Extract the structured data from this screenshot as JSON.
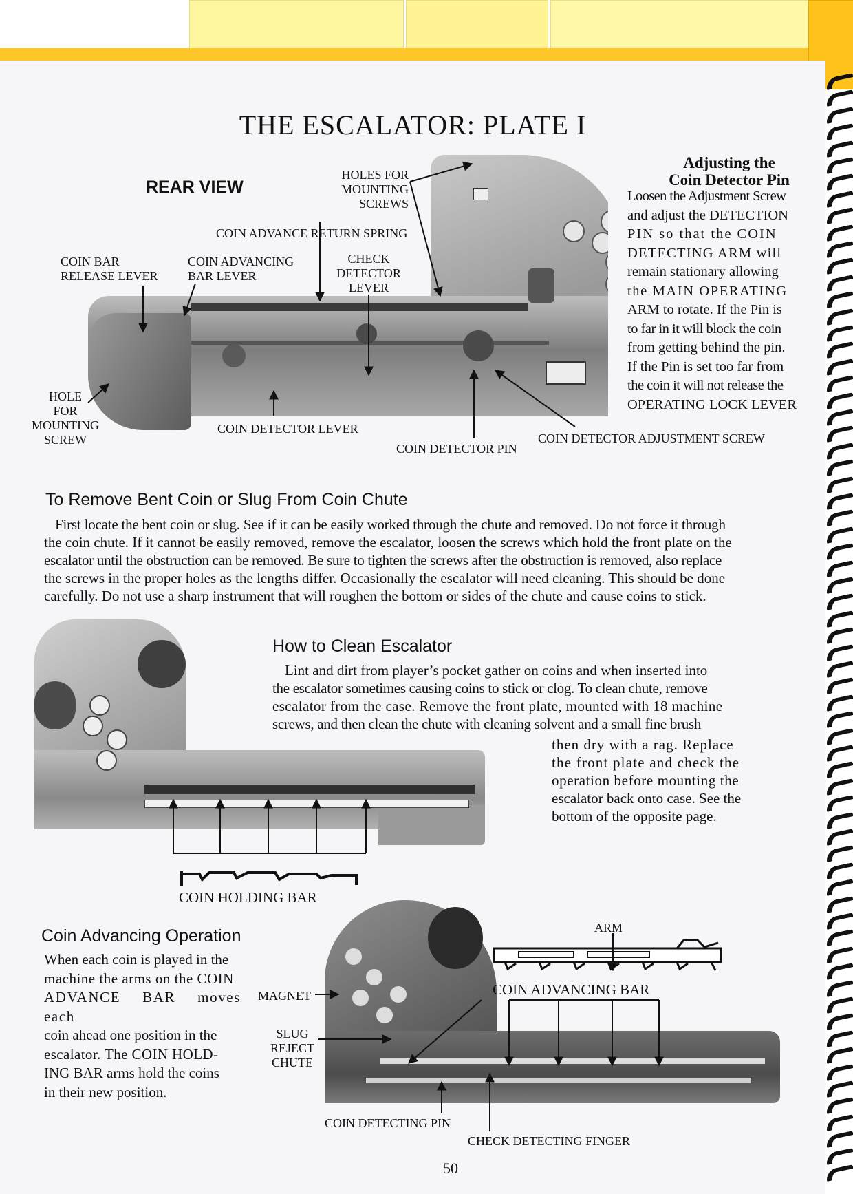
{
  "page_title": "THE ESCALATOR: PLATE I",
  "rear_view_label": "REAR VIEW",
  "side_note": {
    "heading_line1": "Adjusting the",
    "heading_line2": "Coin Detector Pin",
    "lines": [
      "Loosen the Adjustment Screw",
      "and adjust the DETECTION",
      "PIN so that the COIN",
      "DETECTING ARM will",
      "remain stationary allowing",
      "the MAIN OPERATING",
      "ARM to rotate. If the Pin is",
      "to far in it will block the coin",
      "from getting behind the pin.",
      "If the Pin is set too far from",
      "the coin it will not release the",
      "OPERATING LOCK LEVER"
    ]
  },
  "diagram1_labels": {
    "holes_for_mounting_screws": [
      "HOLES FOR",
      "MOUNTING",
      "SCREWS"
    ],
    "coin_advance_return_spring": "COIN ADVANCE RETURN SPRING",
    "coin_bar_release_lever": [
      "COIN BAR",
      "RELEASE LEVER"
    ],
    "coin_advancing_bar_lever": [
      "COIN ADVANCING",
      "BAR LEVER"
    ],
    "check_detector_lever": [
      "CHECK",
      "DETECTOR",
      "LEVER"
    ],
    "hole_for_mounting_screw": [
      "HOLE",
      "FOR",
      "MOUNTING",
      "SCREW"
    ],
    "coin_detector_lever": "COIN DETECTOR LEVER",
    "coin_detector_pin": "COIN DETECTOR PIN",
    "coin_detector_adjustment_screw": "COIN DETECTOR ADJUSTMENT SCREW"
  },
  "section_bent_coin": {
    "heading": "To Remove Bent Coin or Slug From Coin Chute",
    "lines": [
      "First locate the bent coin or slug. See if it can be easily worked through the chute and removed. Do not force it through",
      "the coin chute. If it cannot be easily removed, remove the escalator, loosen the screws which hold the front plate on the",
      "escalator until the obstruction can be removed. Be sure to tighten the screws after the obstruction is removed, also replace",
      "the screws in the proper holes as the lengths differ. Occasionally the escalator will need cleaning. This should be done",
      "carefully. Do not use a sharp instrument that will roughen the bottom or sides of the chute and cause coins to stick."
    ]
  },
  "section_clean": {
    "heading": "How to Clean Escalator",
    "lines_wide": [
      "Lint and dirt from player’s pocket gather on coins and when inserted into",
      "the escalator sometimes causing coins to stick or clog. To clean chute, remove",
      "escalator from the case. Remove the front plate, mounted with 18 machine",
      "screws, and then clean the chute with cleaning solvent and a small fine brush"
    ],
    "lines_narrow": [
      "then dry with a rag. Replace",
      "the front plate and check the",
      "operation before mounting the",
      "escalator back onto case. See the",
      "bottom of the opposite page."
    ]
  },
  "coin_holding_bar_label": "COIN HOLDING BAR",
  "section_advancing": {
    "heading": "Coin Advancing Operation",
    "lines": [
      "When each coin is played in the",
      "machine the arms on the COIN",
      "ADVANCE BAR moves each",
      "coin ahead one position in the",
      "escalator. The COIN HOLD-",
      "ING BAR arms hold the coins",
      "in their new position."
    ]
  },
  "diagram3_labels": {
    "arm": "ARM",
    "magnet": "MAGNET",
    "coin_advancing_bar": "COIN ADVANCING BAR",
    "slug_reject_chute": [
      "SLUG",
      "REJECT",
      "CHUTE"
    ],
    "coin_detecting_pin": "COIN DETECTING PIN",
    "check_detecting_finger": "CHECK DETECTING FINGER"
  },
  "page_number": "50",
  "colors": {
    "paper": "#f6f6f8",
    "sticky_note": "#fff7a0",
    "tab_orange": "#ffc21a",
    "ink": "#111111"
  }
}
